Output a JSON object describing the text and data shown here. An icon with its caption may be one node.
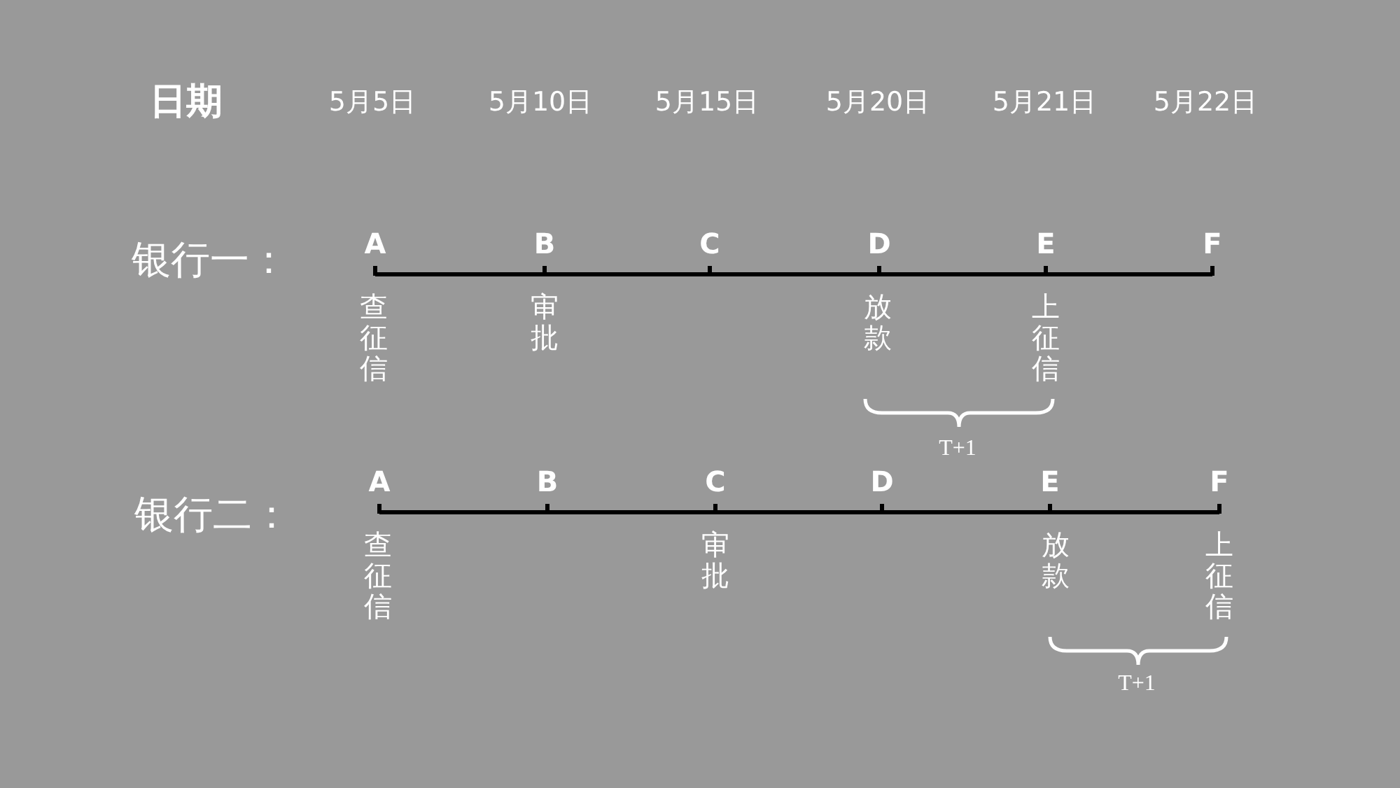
{
  "diagram": {
    "labels": [
      "日期",
      "5月5日",
      "5月10日",
      "5月15日",
      "5月20日",
      "5月21日",
      "5月22日",
      "银行一：",
      "A",
      "B",
      "C",
      "D",
      "E",
      "F",
      "查征信",
      "审批",
      "放款",
      "上征信",
      "T+1",
      "银行二：",
      "A",
      "B",
      "C",
      "D",
      "E",
      "F",
      "查征信",
      "审批",
      "放款",
      "上征信",
      "T+1"
    ]
  }
}
